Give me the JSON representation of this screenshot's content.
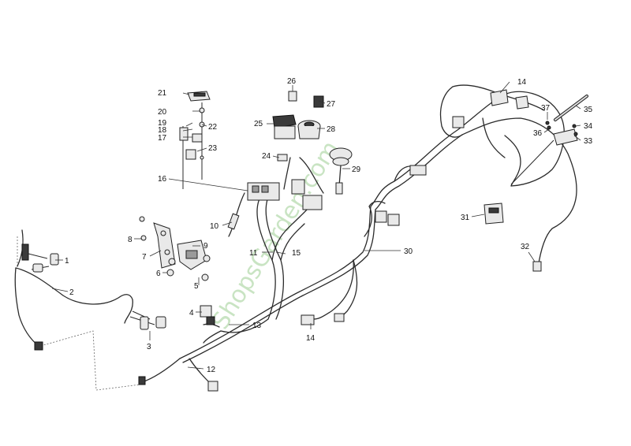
{
  "watermark": "ShopsGarden.com",
  "callouts": [
    {
      "id": "1",
      "label": "1"
    },
    {
      "id": "2",
      "label": "2"
    },
    {
      "id": "3",
      "label": "3"
    },
    {
      "id": "4",
      "label": "4"
    },
    {
      "id": "5",
      "label": "5"
    },
    {
      "id": "6",
      "label": "6"
    },
    {
      "id": "7",
      "label": "7"
    },
    {
      "id": "8",
      "label": "8"
    },
    {
      "id": "9",
      "label": "9"
    },
    {
      "id": "10",
      "label": "10"
    },
    {
      "id": "11",
      "label": "11"
    },
    {
      "id": "12",
      "label": "12"
    },
    {
      "id": "13",
      "label": "13"
    },
    {
      "id": "14a",
      "label": "14"
    },
    {
      "id": "14b",
      "label": "14"
    },
    {
      "id": "15",
      "label": "15"
    },
    {
      "id": "16",
      "label": "16"
    },
    {
      "id": "17",
      "label": "17"
    },
    {
      "id": "18",
      "label": "18"
    },
    {
      "id": "19",
      "label": "19"
    },
    {
      "id": "20",
      "label": "20"
    },
    {
      "id": "21",
      "label": "21"
    },
    {
      "id": "22",
      "label": "22"
    },
    {
      "id": "23",
      "label": "23"
    },
    {
      "id": "24",
      "label": "24"
    },
    {
      "id": "25",
      "label": "25"
    },
    {
      "id": "26",
      "label": "26"
    },
    {
      "id": "27",
      "label": "27"
    },
    {
      "id": "28",
      "label": "28"
    },
    {
      "id": "29",
      "label": "29"
    },
    {
      "id": "30",
      "label": "30"
    },
    {
      "id": "31",
      "label": "31"
    },
    {
      "id": "32",
      "label": "32"
    },
    {
      "id": "33",
      "label": "33"
    },
    {
      "id": "34",
      "label": "34"
    },
    {
      "id": "35",
      "label": "35"
    },
    {
      "id": "36",
      "label": "36"
    },
    {
      "id": "37",
      "label": "37"
    }
  ],
  "colors": {
    "line": "#2b2b2b",
    "watermark": "#b8dcb0",
    "background": "#ffffff"
  }
}
